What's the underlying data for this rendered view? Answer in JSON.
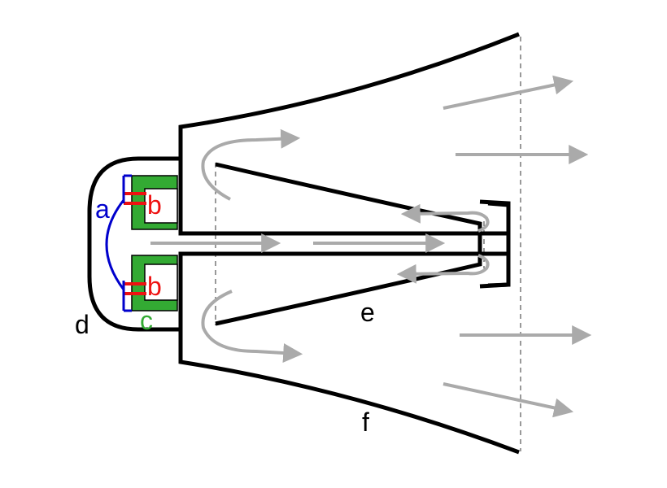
{
  "labels": {
    "a": "a",
    "b_top": "b",
    "b_bottom": "b",
    "c": "c",
    "d": "d",
    "e": "e",
    "f": "f"
  },
  "colors": {
    "outline": "#000000",
    "diaphragm": "#0000cc",
    "coil": "#ee1111",
    "magnet": "#33aa33",
    "airflow": "#aaaaaa",
    "guide_line": "#333333"
  }
}
